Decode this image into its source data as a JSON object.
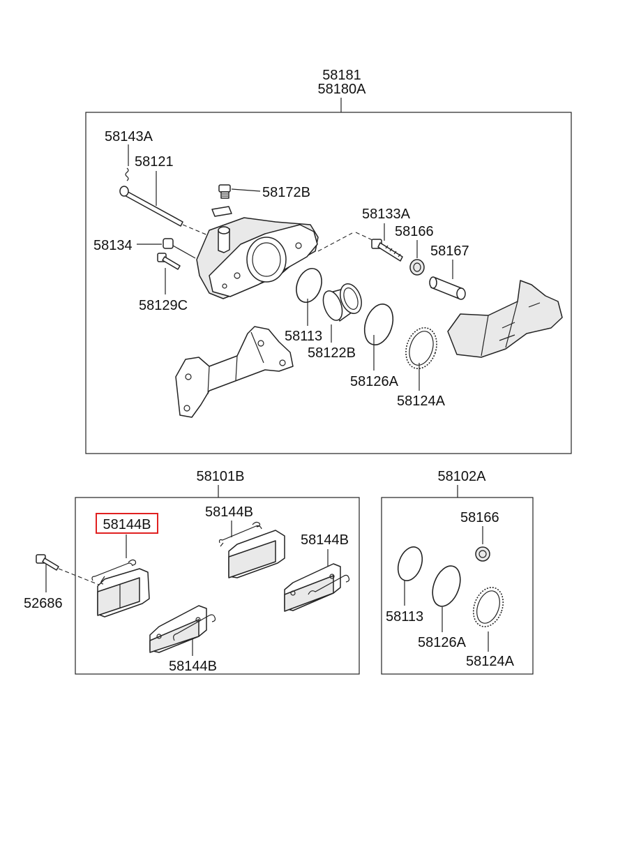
{
  "labels": {
    "top_assy_1": "58181",
    "top_assy_2": "58180A",
    "pin_clip": "58143A",
    "guide_pin": "58121",
    "bleeder": "58172B",
    "bushing": "58134",
    "bolt_a": "58129C",
    "bolt_b": "58133A",
    "boot_small": "58166",
    "sleeve": "58167",
    "seal_ring": "58113",
    "piston": "58122B",
    "piston_seal": "58126A",
    "dust_boot": "58124A",
    "pad_kit": "58101B",
    "seal_kit": "58102A",
    "spring_highlighted": "58144B",
    "spring_2": "58144B",
    "spring_3": "58144B",
    "spring_4": "58144B",
    "pad_bolt": "52686",
    "kit_boot": "58166",
    "kit_ring": "58113",
    "kit_seal": "58126A",
    "kit_dust": "58124A"
  },
  "highlight_color": "#e02020"
}
